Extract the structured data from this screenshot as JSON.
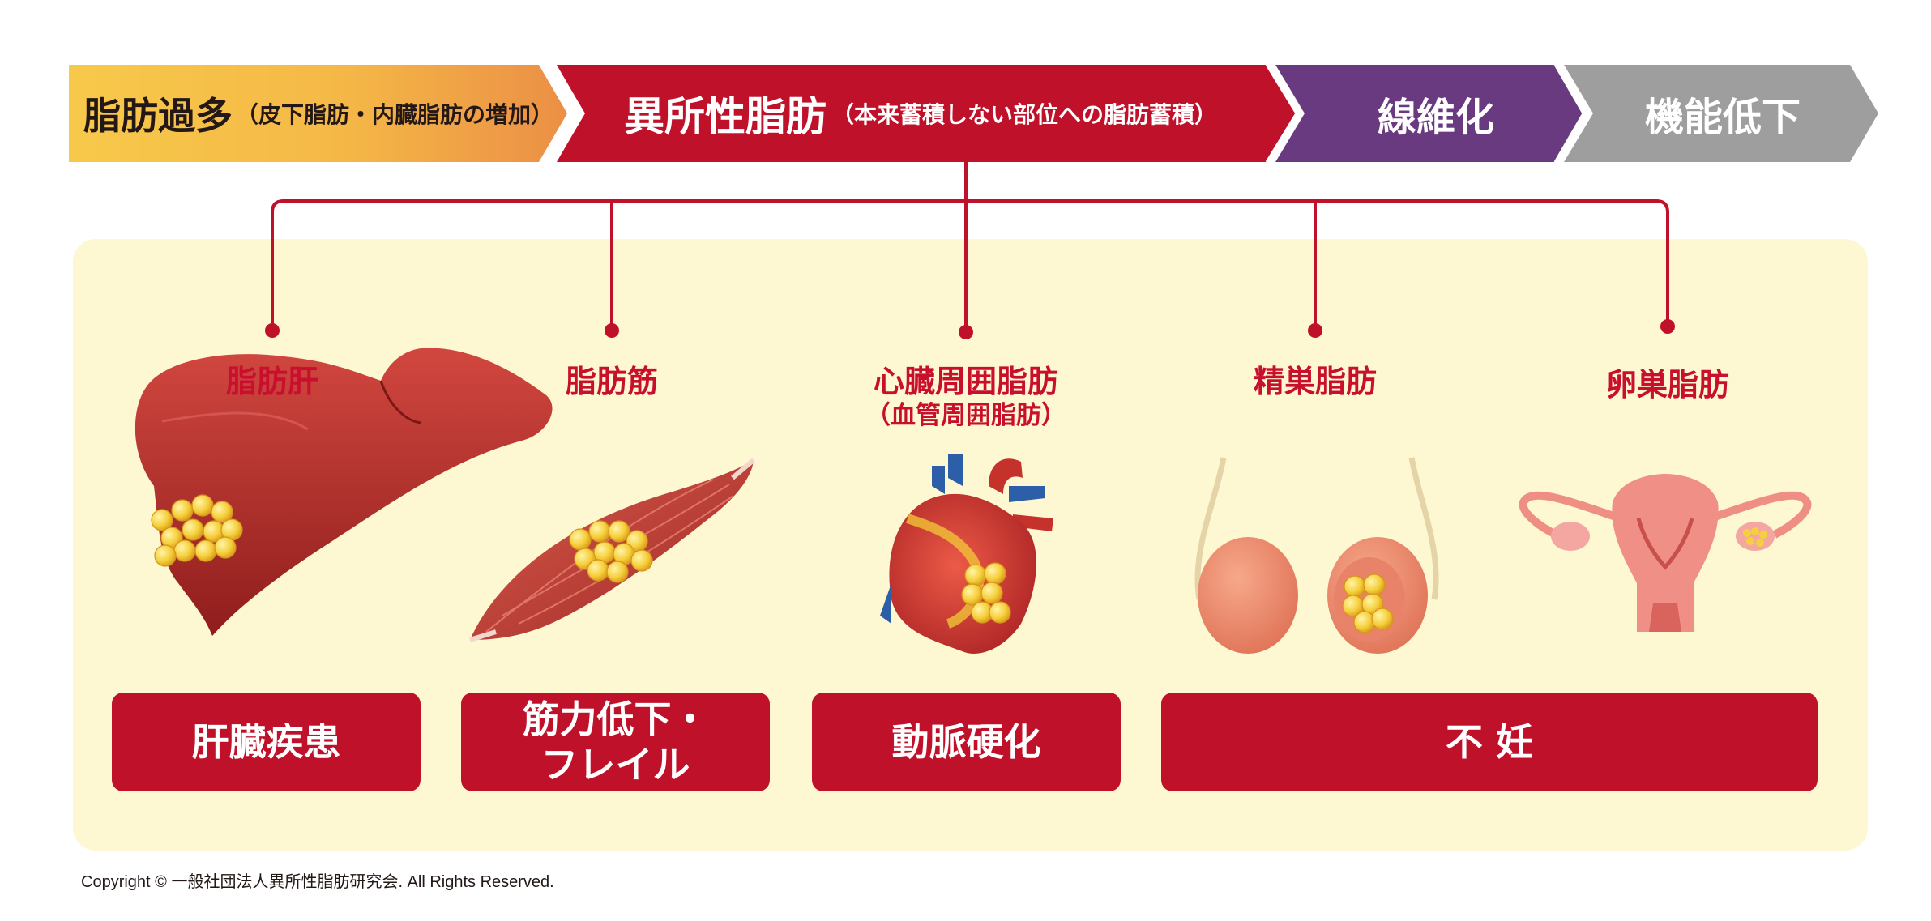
{
  "flow": {
    "step1": {
      "main": "脂肪過多",
      "sub": "（皮下脂肪・内臓脂肪の増加）"
    },
    "step2": {
      "main": "異所性脂肪",
      "sub": "（本来蓄積しない部位への脂肪蓄積）"
    },
    "step3": {
      "main": "線維化"
    },
    "step4": {
      "main": "機能低下"
    }
  },
  "colors": {
    "step1_start": "#f7c94a",
    "step1_end": "#eb8f45",
    "step2": "#c0112a",
    "step3": "#6a3a80",
    "step4": "#9e9e9e",
    "accent_red": "#c8102e",
    "panel_bg": "#fdf8d2"
  },
  "organs": [
    {
      "label": "脂肪肝",
      "sub": "",
      "icon": "liver-icon"
    },
    {
      "label": "脂肪筋",
      "sub": "",
      "icon": "muscle-icon"
    },
    {
      "label": "心臓周囲脂肪",
      "sub": "（血管周囲脂肪）",
      "icon": "heart-icon"
    },
    {
      "label": "精巣脂肪",
      "sub": "",
      "icon": "testes-icon"
    },
    {
      "label": "卵巣脂肪",
      "sub": "",
      "icon": "uterus-ovary-icon"
    }
  ],
  "results": [
    {
      "label": "肝臓疾患"
    },
    {
      "label": "筋力低下・\nフレイル"
    },
    {
      "label": "動脈硬化"
    },
    {
      "label": "不 妊"
    }
  ],
  "copyright": "Copyright © 一般社団法人異所性脂肪研究会. All Rights Reserved."
}
